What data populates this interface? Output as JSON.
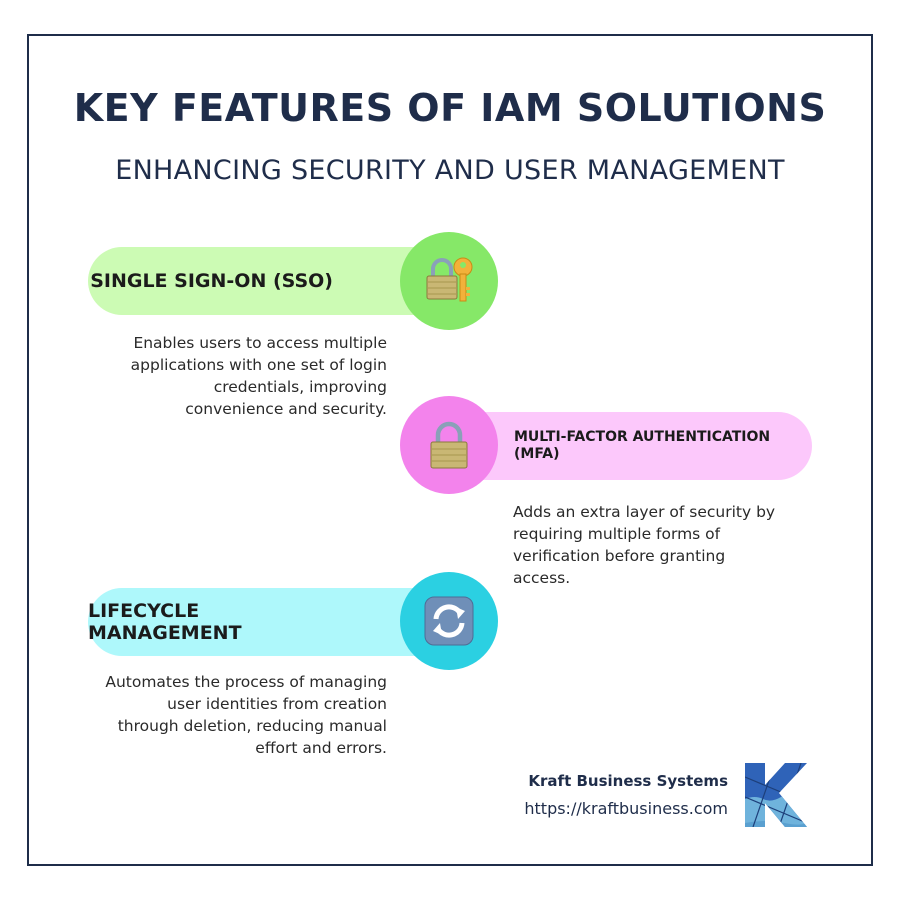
{
  "header": {
    "title": "KEY FEATURES OF IAM SOLUTIONS",
    "subtitle": "ENHANCING SECURITY AND USER MANAGEMENT"
  },
  "features": [
    {
      "title": "SINGLE SIGN-ON (SSO)",
      "icon": "lock-with-key-icon",
      "pill_color": "#ccfbb4",
      "circle_color": "#86e868",
      "description_lines": [
        "Enables users to access multiple",
        "applications with one set of login",
        "credentials, improving",
        "convenience and security."
      ]
    },
    {
      "title": "MULTI-FACTOR AUTHENTICATION (MFA)",
      "title_lines": [
        "MULTI-FACTOR AUTHENTICATION",
        "(MFA)"
      ],
      "icon": "padlock-icon",
      "pill_color": "#fcc8fb",
      "circle_color": "#f383ec",
      "description_lines": [
        "Adds an extra layer of security by",
        "requiring multiple forms of",
        "verification before granting",
        "access."
      ]
    },
    {
      "title": "LIFECYCLE MANAGEMENT",
      "icon": "refresh-arrows-icon",
      "pill_color": "#aef8fb",
      "circle_color": "#2bd0e2",
      "description_lines": [
        "Automates the process of managing",
        "user identities from creation",
        "through deletion, reducing manual",
        "effort and errors."
      ]
    }
  ],
  "footer": {
    "company": "Kraft Business Systems",
    "url": "https://kraftbusiness.com",
    "logo_icon": "kraft-k-logo-icon"
  },
  "colors": {
    "frame": "#1f2d4a",
    "text_dark": "#1f2d4a"
  }
}
